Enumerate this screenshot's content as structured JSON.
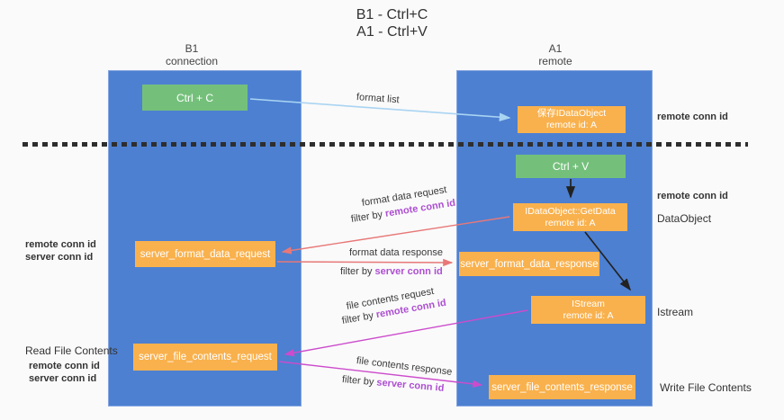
{
  "title": {
    "line1": "B1 - Ctrl+C",
    "line2": "A1 - Ctrl+V"
  },
  "columns": {
    "left": {
      "name": "B1",
      "role": "connection"
    },
    "right": {
      "name": "A1",
      "role": "remote"
    }
  },
  "boxes": {
    "ctrl_c": {
      "label": "Ctrl + C"
    },
    "save_dataobject": {
      "line1": "保存IDataObject",
      "line2": "remote id: A"
    },
    "ctrl_v": {
      "label": "Ctrl + V"
    },
    "getdata": {
      "line1": "IDataObject::GetData",
      "line2": "remote id: A"
    },
    "istream": {
      "line1": "IStream",
      "line2": "remote id: A"
    },
    "server_format_data_request": {
      "label": "server_format_data_request"
    },
    "server_format_data_response": {
      "label": "server_format_data_response"
    },
    "server_file_contents_request": {
      "label": "server_file_contents_request"
    },
    "server_file_contents_response": {
      "label": "server_file_contents_response"
    }
  },
  "flow_labels": {
    "format_list": "format list",
    "format_data_request": "format data request",
    "format_data_response": "format data response",
    "file_contents_request": "file contents request",
    "file_contents_response": "file contents response",
    "filter_by": "filter by",
    "remote_conn_id": "remote conn id",
    "server_conn_id": "server conn id"
  },
  "side_labels": {
    "right_remote_conn_id_top": "remote conn id",
    "right_remote_conn_id_mid": "remote conn id",
    "right_dataobject": "DataObject",
    "right_istream": "Istream",
    "right_write_file_contents": "Write File Contents",
    "left_remote_conn_id_1": "remote conn id",
    "left_server_conn_id_1": "server conn id",
    "left_read_file_contents": "Read File Contents",
    "left_remote_conn_id_2": "remote conn id",
    "left_server_conn_id_2": "server conn id"
  },
  "colors": {
    "column_blue": "#4d80d1",
    "box_green": "#74c07b",
    "box_orange": "#f9b14d",
    "arrow_light_blue": "#a9d4f2",
    "arrow_red": "#e87878",
    "arrow_magenta": "#cc4ccc",
    "arrow_black": "#222222",
    "text_purple": "#ad4fd1",
    "text_green": "#56b460",
    "background": "#fafafa"
  }
}
